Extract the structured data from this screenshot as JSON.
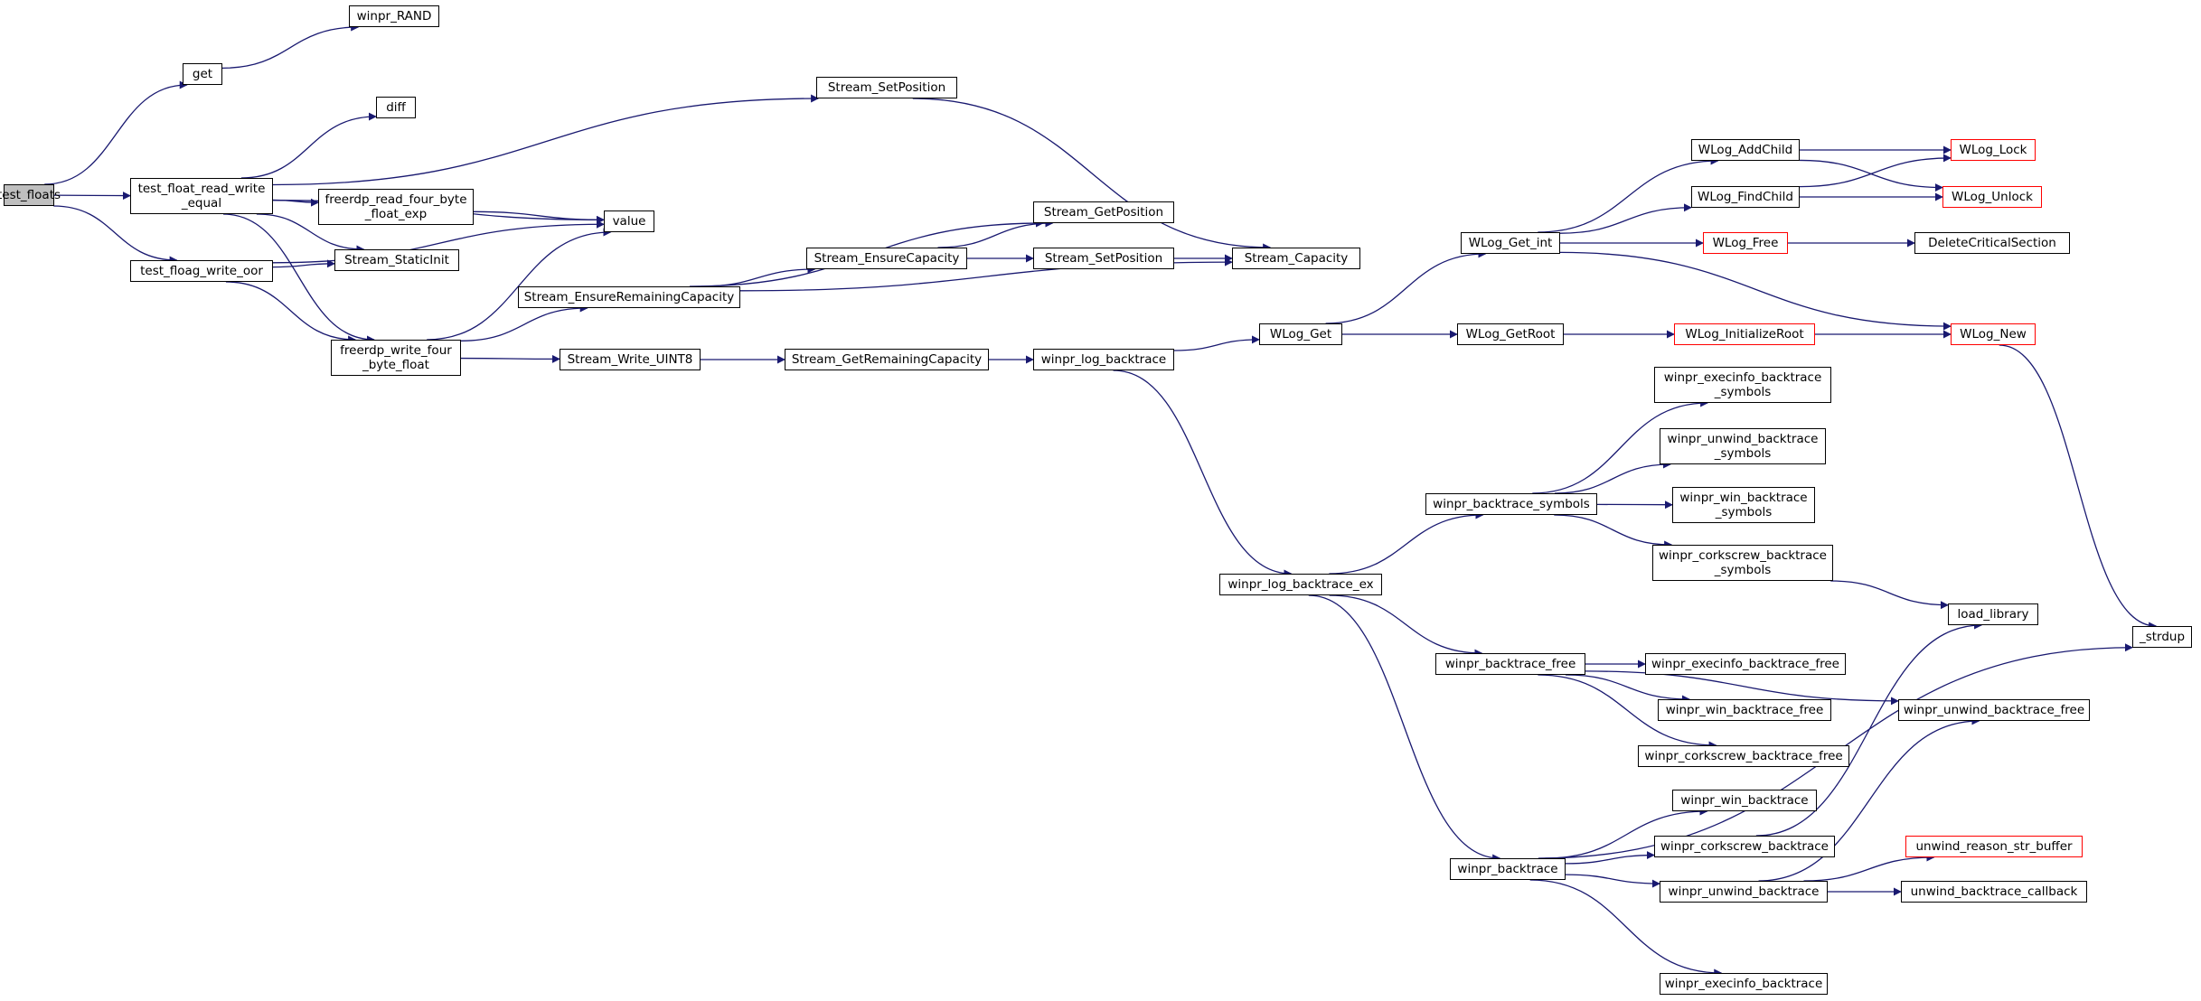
{
  "graph": {
    "colors": {
      "edge": "#191970",
      "node_border": "#000000",
      "external_border": "#ff0000",
      "root_fill": "#bfbfbf"
    },
    "nodes": {
      "test_floats": "test_floats",
      "get": "get",
      "winpr_RAND": "winpr_RAND",
      "test_float_read_write_equal": "test_float_read_write\n_equal",
      "diff": "diff",
      "stream_setposition_top": "Stream_SetPosition",
      "freerdp_read_four_byte_float_exp": "freerdp_read_four_byte\n_float_exp",
      "value": "value",
      "stream_staticinit": "Stream_StaticInit",
      "test_floag_write_oor": "test_floag_write_oor",
      "freerdp_write_four_byte_float": "freerdp_write_four\n_byte_float",
      "stream_ensureremainingcapacity": "Stream_EnsureRemainingCapacity",
      "stream_getposition": "Stream_GetPosition",
      "stream_ensurecapacity": "Stream_EnsureCapacity",
      "stream_setposition_mid": "Stream_SetPosition",
      "stream_capacity": "Stream_Capacity",
      "stream_write_uint8": "Stream_Write_UINT8",
      "stream_getremainingcapacity": "Stream_GetRemainingCapacity",
      "winpr_log_backtrace": "winpr_log_backtrace",
      "wlog_get": "WLog_Get",
      "wlog_getroot": "WLog_GetRoot",
      "wlog_initializeroot": "WLog_InitializeRoot",
      "wlog_new": "WLog_New",
      "wlog_get_int": "WLog_Get_int",
      "wlog_addchild": "WLog_AddChild",
      "wlog_findchild": "WLog_FindChild",
      "wlog_free": "WLog_Free",
      "wlog_lock": "WLog_Lock",
      "wlog_unlock": "WLog_Unlock",
      "deletecriticalsection": "DeleteCriticalSection",
      "winpr_log_backtrace_ex": "winpr_log_backtrace_ex",
      "winpr_backtrace_symbols": "winpr_backtrace_symbols",
      "winpr_execinfo_backtrace_symbols": "winpr_execinfo_backtrace\n_symbols",
      "winpr_unwind_backtrace_symbols": "winpr_unwind_backtrace\n_symbols",
      "winpr_win_backtrace_symbols": "winpr_win_backtrace\n_symbols",
      "winpr_corkscrew_backtrace_symbols": "winpr_corkscrew_backtrace\n_symbols",
      "load_library": "load_library",
      "strdup": "_strdup",
      "winpr_backtrace_free": "winpr_backtrace_free",
      "winpr_execinfo_backtrace_free": "winpr_execinfo_backtrace_free",
      "winpr_win_backtrace_free": "winpr_win_backtrace_free",
      "winpr_corkscrew_backtrace_free": "winpr_corkscrew_backtrace_free",
      "winpr_unwind_backtrace_free": "winpr_unwind_backtrace_free",
      "winpr_backtrace": "winpr_backtrace",
      "winpr_win_backtrace": "winpr_win_backtrace",
      "winpr_corkscrew_backtrace": "winpr_corkscrew_backtrace",
      "winpr_unwind_backtrace": "winpr_unwind_backtrace",
      "unwind_reason_str_buffer": "unwind_reason_str_buffer",
      "unwind_backtrace_callback": "unwind_backtrace_callback",
      "winpr_execinfo_backtrace": "winpr_execinfo_backtrace"
    },
    "edges": [
      [
        "test_floats",
        "get"
      ],
      [
        "test_floats",
        "test_float_read_write_equal"
      ],
      [
        "test_floats",
        "test_floag_write_oor"
      ],
      [
        "get",
        "winpr_RAND"
      ],
      [
        "test_float_read_write_equal",
        "diff"
      ],
      [
        "test_float_read_write_equal",
        "stream_setposition_top"
      ],
      [
        "test_float_read_write_equal",
        "freerdp_read_four_byte_float_exp"
      ],
      [
        "test_float_read_write_equal",
        "value"
      ],
      [
        "test_float_read_write_equal",
        "stream_staticinit"
      ],
      [
        "test_float_read_write_equal",
        "freerdp_write_four_byte_float"
      ],
      [
        "freerdp_read_four_byte_float_exp",
        "value"
      ],
      [
        "test_floag_write_oor",
        "stream_staticinit"
      ],
      [
        "test_floag_write_oor",
        "value"
      ],
      [
        "test_floag_write_oor",
        "freerdp_write_four_byte_float"
      ],
      [
        "freerdp_write_four_byte_float",
        "value"
      ],
      [
        "freerdp_write_four_byte_float",
        "stream_ensureremainingcapacity"
      ],
      [
        "freerdp_write_four_byte_float",
        "stream_write_uint8"
      ],
      [
        "stream_setposition_top",
        "stream_capacity"
      ],
      [
        "stream_ensureremainingcapacity",
        "stream_getposition"
      ],
      [
        "stream_ensureremainingcapacity",
        "stream_ensurecapacity"
      ],
      [
        "stream_ensureremainingcapacity",
        "stream_capacity"
      ],
      [
        "stream_ensurecapacity",
        "stream_getposition"
      ],
      [
        "stream_ensurecapacity",
        "stream_setposition_mid"
      ],
      [
        "stream_setposition_mid",
        "stream_capacity"
      ],
      [
        "stream_write_uint8",
        "stream_getremainingcapacity"
      ],
      [
        "stream_getremainingcapacity",
        "winpr_log_backtrace"
      ],
      [
        "winpr_log_backtrace",
        "wlog_get"
      ],
      [
        "winpr_log_backtrace",
        "winpr_log_backtrace_ex"
      ],
      [
        "wlog_get",
        "wlog_get_int"
      ],
      [
        "wlog_get",
        "wlog_getroot"
      ],
      [
        "wlog_getroot",
        "wlog_initializeroot"
      ],
      [
        "wlog_initializeroot",
        "wlog_new"
      ],
      [
        "wlog_get_int",
        "wlog_addchild"
      ],
      [
        "wlog_get_int",
        "wlog_findchild"
      ],
      [
        "wlog_get_int",
        "wlog_free"
      ],
      [
        "wlog_get_int",
        "wlog_new"
      ],
      [
        "wlog_addchild",
        "wlog_lock"
      ],
      [
        "wlog_addchild",
        "wlog_unlock"
      ],
      [
        "wlog_findchild",
        "wlog_lock"
      ],
      [
        "wlog_findchild",
        "wlog_unlock"
      ],
      [
        "wlog_free",
        "deletecriticalsection"
      ],
      [
        "wlog_new",
        "strdup"
      ],
      [
        "winpr_log_backtrace_ex",
        "winpr_backtrace_symbols"
      ],
      [
        "winpr_log_backtrace_ex",
        "winpr_backtrace_free"
      ],
      [
        "winpr_log_backtrace_ex",
        "winpr_backtrace"
      ],
      [
        "winpr_backtrace_symbols",
        "winpr_execinfo_backtrace_symbols"
      ],
      [
        "winpr_backtrace_symbols",
        "winpr_unwind_backtrace_symbols"
      ],
      [
        "winpr_backtrace_symbols",
        "winpr_win_backtrace_symbols"
      ],
      [
        "winpr_backtrace_symbols",
        "winpr_corkscrew_backtrace_symbols"
      ],
      [
        "winpr_corkscrew_backtrace_symbols",
        "load_library"
      ],
      [
        "winpr_backtrace_free",
        "winpr_execinfo_backtrace_free"
      ],
      [
        "winpr_backtrace_free",
        "winpr_win_backtrace_free"
      ],
      [
        "winpr_backtrace_free",
        "winpr_corkscrew_backtrace_free"
      ],
      [
        "winpr_backtrace_free",
        "winpr_unwind_backtrace_free"
      ],
      [
        "winpr_backtrace",
        "winpr_win_backtrace"
      ],
      [
        "winpr_backtrace",
        "winpr_corkscrew_backtrace"
      ],
      [
        "winpr_backtrace",
        "winpr_unwind_backtrace"
      ],
      [
        "winpr_backtrace",
        "winpr_execinfo_backtrace"
      ],
      [
        "winpr_backtrace",
        "strdup"
      ],
      [
        "winpr_corkscrew_backtrace",
        "load_library"
      ],
      [
        "winpr_unwind_backtrace",
        "unwind_reason_str_buffer"
      ],
      [
        "winpr_unwind_backtrace",
        "unwind_backtrace_callback"
      ],
      [
        "winpr_unwind_backtrace",
        "winpr_unwind_backtrace_free"
      ]
    ]
  }
}
